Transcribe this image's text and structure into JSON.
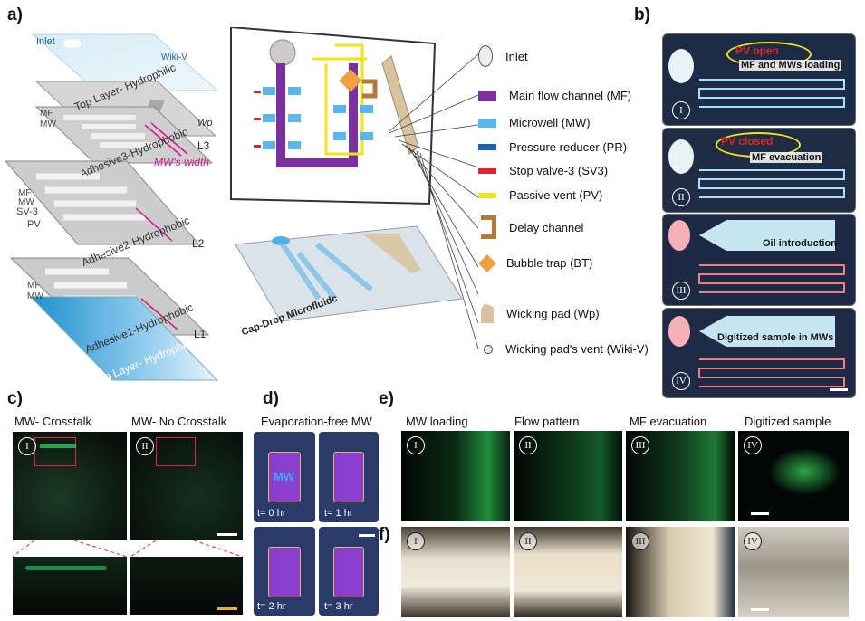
{
  "panels": {
    "a": "a)",
    "b": "b)",
    "c": "c)",
    "d": "d)",
    "e": "e)",
    "f": "f)"
  },
  "panel_a": {
    "layers": {
      "inlet": "Inlet",
      "wiki_v": "Wiki-V",
      "top": "Top Layer- Hydrophilic",
      "wp": "Wp",
      "adhesive3": "Adhesive3-Hydrophobic",
      "mw_width": "MW's width",
      "l3": "L3",
      "adhesive2": "Adhesive2-Hydrophobic",
      "l2": "L2",
      "adhesive1": "Adhesive1-Hydrophobic",
      "l1": "L1",
      "bottom": "Bottom Layer- Hydrophilic",
      "mf": "MF",
      "mw": "MW",
      "sv3": "SV-3",
      "pv": "PV",
      "mf2": "MF",
      "mw2": "MW",
      "mf3": "MF",
      "mw3": "MW"
    },
    "device_label": "Cap-Drop Microfluidc",
    "legend": [
      {
        "label": "Inlet",
        "icon": "inlet-icon"
      },
      {
        "label": "Main flow channel (MF)",
        "icon": "main-flow-icon",
        "color": "#7b2fa0"
      },
      {
        "label": "Microwell (MW)",
        "icon": "microwell-icon",
        "color": "#5bb6ea"
      },
      {
        "label": "Pressure reducer (PR)",
        "icon": "pressure-reducer-icon",
        "color": "#1a5fb4"
      },
      {
        "label": "Stop valve-3 (SV3)",
        "icon": "stop-valve-icon",
        "color": "#e0262b"
      },
      {
        "label": "Passive vent (PV)",
        "icon": "passive-vent-icon",
        "color": "#f2e21b"
      },
      {
        "label": "Delay channel",
        "icon": "delay-channel-icon",
        "color": "#b57a3a"
      },
      {
        "label": "Bubble trap (BT)",
        "icon": "bubble-trap-icon",
        "color": "#f0a040"
      },
      {
        "label": "Wicking pad (Wp)",
        "icon": "wicking-pad-icon",
        "color": "#d9c2a0"
      },
      {
        "label": "Wicking pad's vent (Wiki-V)",
        "icon": "wicking-vent-icon"
      }
    ]
  },
  "panel_b": {
    "items": [
      {
        "roman": "I",
        "text": "MF and MWs loading",
        "callout": "PV open"
      },
      {
        "roman": "II",
        "text": "MF evacuation",
        "callout": "PV closed"
      },
      {
        "roman": "III",
        "text": "Oil introduction"
      },
      {
        "roman": "IV",
        "text": "Digitized sample in MWs"
      }
    ]
  },
  "panel_c": {
    "left_title": "MW- Crosstalk",
    "right_title": "MW- No Crosstalk",
    "roman_left": "I",
    "roman_right": "II"
  },
  "panel_d": {
    "title": "Evaporation-free MW",
    "mw_label": "MW",
    "times": [
      "t= 0 hr",
      "t= 1 hr",
      "t= 2 hr",
      "t= 3 hr"
    ]
  },
  "panel_e": {
    "titles": [
      "MW loading",
      "Flow pattern",
      "MF evacuation",
      "Digitized sample"
    ],
    "romans": [
      "I",
      "II",
      "III",
      "IV"
    ]
  },
  "panel_f": {
    "romans": [
      "I",
      "II",
      "III",
      "IV"
    ]
  }
}
